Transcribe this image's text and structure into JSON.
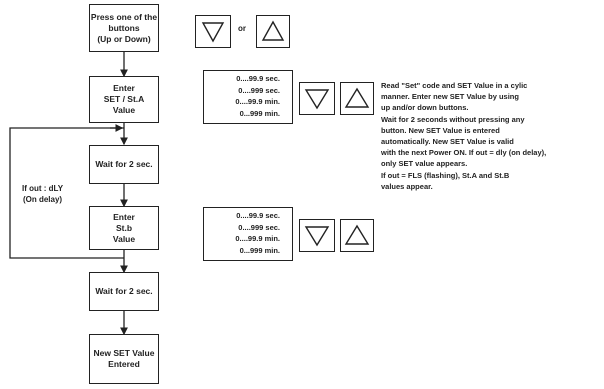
{
  "steps": {
    "press": "Press one of the\nbuttons\n(Up or Down)",
    "enter_set": "Enter\nSET / St.A\nValue",
    "wait1": "Wait for 2 sec.",
    "enter_stb": "Enter\nSt.b\nValue",
    "wait2": "Wait for 2 sec.",
    "done": "New SET Value\nEntered"
  },
  "or_label": "or",
  "ranges_a": [
    "0....99.9 sec.",
    "0....999 sec.",
    "0....99.9 min.",
    "0...999 min."
  ],
  "ranges_b": [
    "0....99.9 sec.",
    "0....999 sec.",
    "0....99.9 min.",
    "0...999 min."
  ],
  "loop_label": "If out : dLY\n(On delay)",
  "note": "Read \"Set\" code and SET Value in a cylic\nmanner. Enter new SET Value by using\nup and/or down buttons.\nWait for 2 seconds without pressing any\nbutton. New SET Value is entered\nautomatically. New SET Value is valid\nwith the next Power ON. If out = dly (on delay),\nonly SET value appears.\nIf out = FLS (flashing), St.A and St.B\nvalues appear.",
  "icons": [
    "down-triangle-icon",
    "up-triangle-icon"
  ]
}
